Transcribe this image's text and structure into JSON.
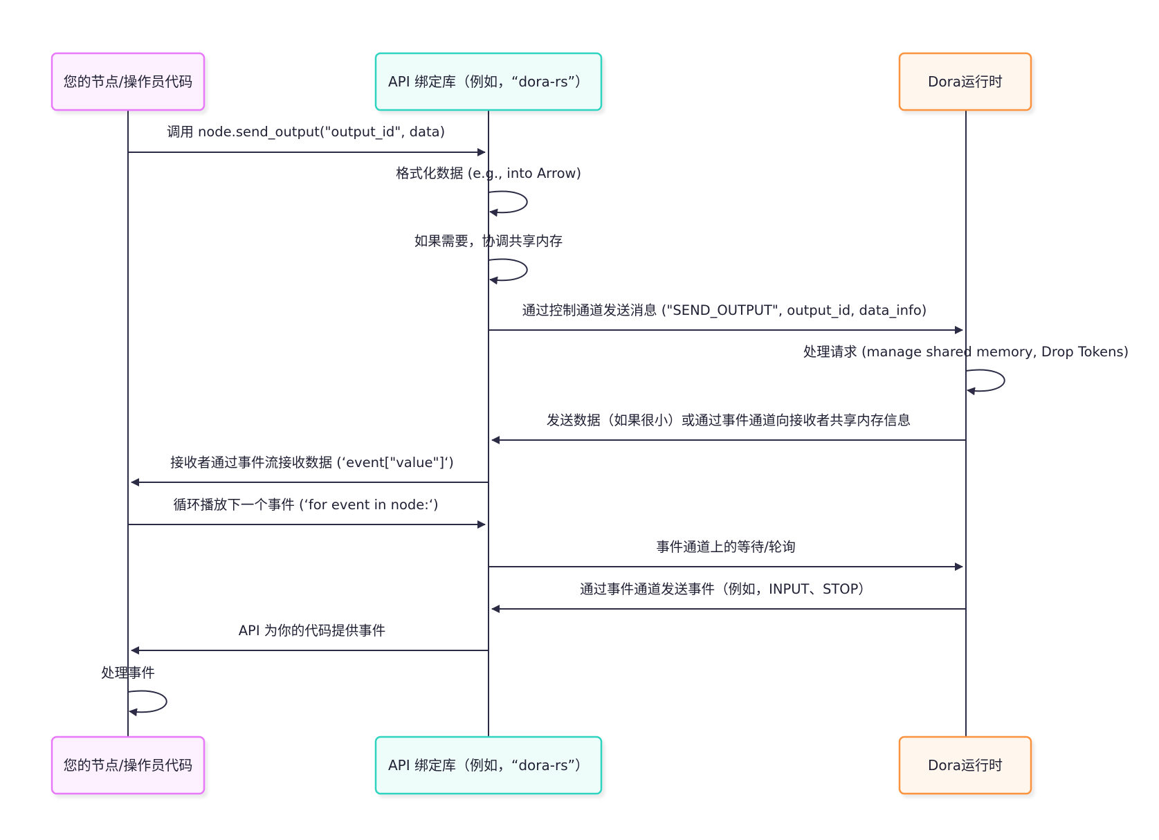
{
  "actors": [
    {
      "id": "node",
      "label": "您的节点/操作员代码",
      "fill": "#fdf0ff",
      "stroke": "#e879f9"
    },
    {
      "id": "api",
      "label": "API 绑定库（例如，“dora-rs”）",
      "fill": "#effdfa",
      "stroke": "#2dd4bf"
    },
    {
      "id": "runtime",
      "label": "Dora运行时",
      "fill": "#fff6ed",
      "stroke": "#fb923c"
    }
  ],
  "messages": [
    {
      "from": "node",
      "to": "api",
      "label": "调用 node.send_output(\"output_id\", data)"
    },
    {
      "from": "api",
      "to": "api",
      "label": "格式化数据 (e.g., into Arrow)"
    },
    {
      "from": "api",
      "to": "api",
      "label": "如果需要，协调共享内存"
    },
    {
      "from": "api",
      "to": "runtime",
      "label": "通过控制通道发送消息 (\"SEND_OUTPUT\", output_id, data_info)"
    },
    {
      "from": "runtime",
      "to": "runtime",
      "label": "处理请求 (manage shared memory, Drop Tokens)"
    },
    {
      "from": "runtime",
      "to": "api",
      "label": "发送数据（如果很小）或通过事件通道向接收者共享内存信息"
    },
    {
      "from": "api",
      "to": "node",
      "label": "接收者通过事件流接收数据 (‘event[\"value\"]‘)"
    },
    {
      "from": "node",
      "to": "api",
      "label": "循环播放下一个事件 (‘for event in node:‘)"
    },
    {
      "from": "api",
      "to": "runtime",
      "label": "事件通道上的等待/轮询"
    },
    {
      "from": "runtime",
      "to": "api",
      "label": "通过事件通道发送事件（例如，INPUT、STOP）"
    },
    {
      "from": "api",
      "to": "node",
      "label": "API 为你的代码提供事件"
    },
    {
      "from": "node",
      "to": "node",
      "label": "处理事件"
    }
  ],
  "colors": {
    "line": "#2b2b45",
    "text": "#1f1f33"
  }
}
